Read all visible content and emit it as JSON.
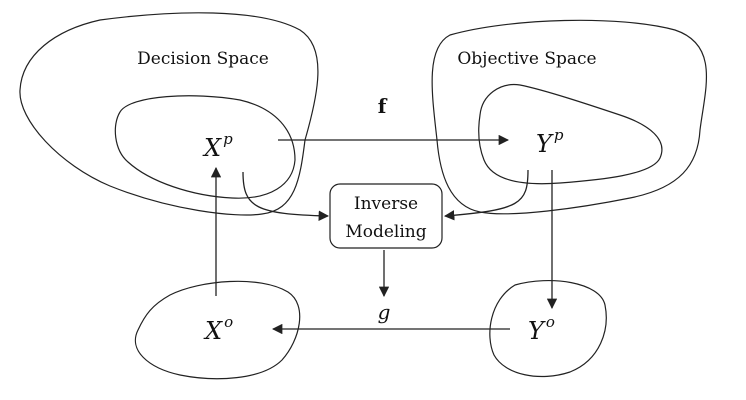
{
  "decision_space": {
    "title": "Decision Space"
  },
  "objective_space": {
    "title": "Objective Space"
  },
  "nodes": {
    "xp": {
      "base": "X",
      "sup": "p"
    },
    "yp": {
      "base": "Y",
      "sup": "p"
    },
    "xo": {
      "base": "X",
      "sup": "o"
    },
    "yo": {
      "base": "Y",
      "sup": "o"
    }
  },
  "box": {
    "line1": "Inverse",
    "line2": "Modeling"
  },
  "mappings": {
    "forward": "f",
    "inverse": "g"
  }
}
